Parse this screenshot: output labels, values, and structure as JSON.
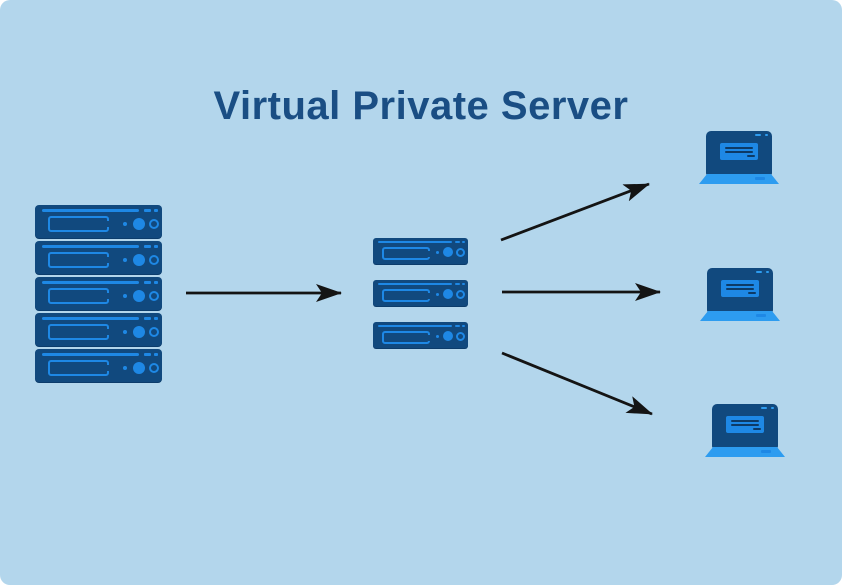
{
  "title": {
    "text": "Virtual Private Server"
  },
  "colors": {
    "background": "#b3d6ec",
    "page": "#ffffff",
    "title_text": "#1a4e84",
    "server_body": "#11497e",
    "server_edge": "#0c3c6b",
    "accent": "#1e88e5",
    "accent_bright": "#2d9cf0",
    "detail_dark": "#0d3a66",
    "arrow": "#141414"
  },
  "diagram": {
    "physical_server_rack": {
      "icon": "server-rack-icon",
      "unit_count": 5
    },
    "virtual_server_stack": {
      "icon": "server-stack-icon",
      "unit_count": 3
    },
    "client_laptops": {
      "icon": "laptop-icon",
      "count": 3
    },
    "arrows": [
      {
        "from": "physical-server-rack",
        "to": "virtual-server-stack",
        "direction": "right"
      },
      {
        "from": "virtual-server-stack",
        "to": "laptop-1",
        "direction": "up-right"
      },
      {
        "from": "virtual-server-stack",
        "to": "laptop-2",
        "direction": "right"
      },
      {
        "from": "virtual-server-stack",
        "to": "laptop-3",
        "direction": "down-right"
      }
    ]
  }
}
